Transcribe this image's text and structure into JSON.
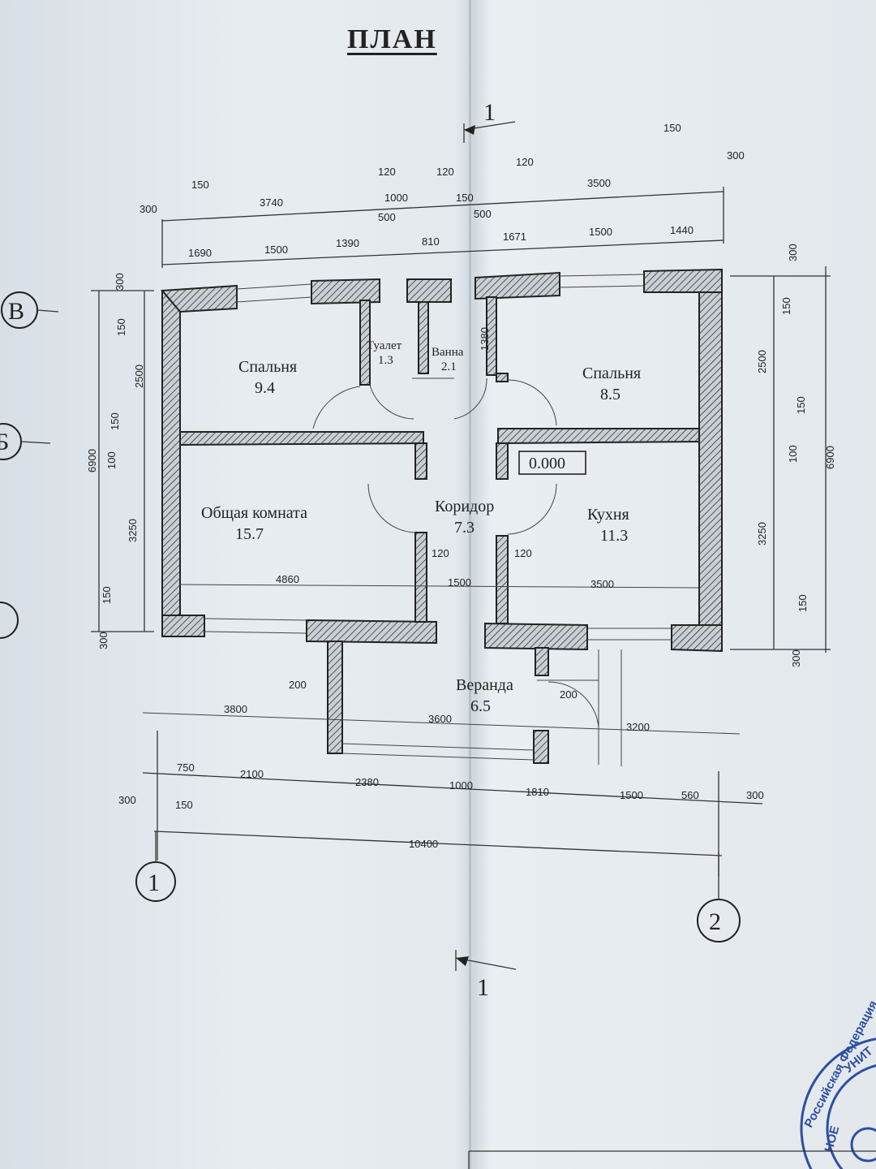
{
  "title": "ПЛАН",
  "section_mark": "1",
  "axes": {
    "v": "В",
    "b": "Б",
    "axis1": "1",
    "axis2": "2"
  },
  "level_mark": "0.000",
  "rooms": {
    "bedroom_left": {
      "name": "Спальня",
      "area": "9.4"
    },
    "toilet": {
      "name": "Туалет",
      "area": "1.3"
    },
    "bathroom": {
      "name": "Ванна",
      "area": "2.1"
    },
    "bedroom_right": {
      "name": "Спальня",
      "area": "8.5"
    },
    "living": {
      "name": "Общая комната",
      "area": "15.7"
    },
    "corridor": {
      "name": "Коридор",
      "area": "7.3"
    },
    "kitchen": {
      "name": "Кухня",
      "area": "11.3"
    },
    "veranda": {
      "name": "Веранда",
      "area": "6.5"
    }
  },
  "dims_top_outer": [
    "300",
    "150",
    "3740",
    "120",
    "1000",
    "120",
    "150",
    "120",
    "3500",
    "150",
    "300"
  ],
  "dims_top_inner": [
    "1690",
    "1500",
    "1390",
    "500",
    "810",
    "500",
    "1671",
    "1500",
    "1440"
  ],
  "dims_bottom": [
    "300",
    "750",
    "150",
    "2100",
    "2380",
    "1000",
    "1810",
    "1500",
    "560",
    "300"
  ],
  "dims_bottom_total": "10400",
  "dims_left": [
    "300",
    "150",
    "2500",
    "150",
    "100",
    "3250",
    "150",
    "300",
    "6900"
  ],
  "dims_right": [
    "300",
    "150",
    "2500",
    "150",
    "100",
    "3250",
    "150",
    "300",
    "6900"
  ],
  "dims_interior": [
    "4860",
    "120",
    "1500",
    "120",
    "3500",
    "200",
    "200",
    "3800",
    "3600",
    "3200",
    "1380"
  ],
  "seal": {
    "line1": "Российская Федерация",
    "line2": "УНИТ",
    "line3": "НОЕ"
  }
}
